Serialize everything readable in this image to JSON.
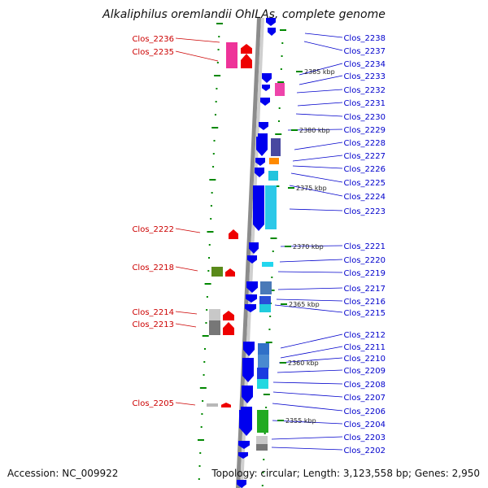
{
  "title": "Alkaliphilus oremlandii OhILAs, complete genome",
  "accession": "Accession: NC_009922",
  "topology": "Topology: circular; Length: 3,123,558 bp; Genes: 2,950",
  "colors": {
    "left_label": "#cc0000",
    "right_label": "#0000cc",
    "backbone": "#8c8c8c",
    "tick": "#008800",
    "gene_blue": "#0000ee",
    "gene_red": "#ee0000"
  },
  "scale_labels": [
    "2385 kbp",
    "2380 kbp",
    "2375 kbp",
    "2370 kbp",
    "2365 kbp",
    "2360 kbp",
    "2355 kbp"
  ],
  "left_labels": [
    "Clos_2236",
    "Clos_2235",
    "Clos_2222",
    "Clos_2218",
    "Clos_2214",
    "Clos_2213",
    "Clos_2205"
  ],
  "right_labels": [
    "Clos_2238",
    "Clos_2237",
    "Clos_2234",
    "Clos_2233",
    "Clos_2232",
    "Clos_2231",
    "Clos_2230",
    "Clos_2229",
    "Clos_2228",
    "Clos_2227",
    "Clos_2226",
    "Clos_2225",
    "Clos_2224",
    "Clos_2223",
    "Clos_2221",
    "Clos_2220",
    "Clos_2219",
    "Clos_2217",
    "Clos_2216",
    "Clos_2215",
    "Clos_2212",
    "Clos_2211",
    "Clos_2210",
    "Clos_2209",
    "Clos_2208",
    "Clos_2207",
    "Clos_2206",
    "Clos_2204",
    "Clos_2203",
    "Clos_2202"
  ]
}
